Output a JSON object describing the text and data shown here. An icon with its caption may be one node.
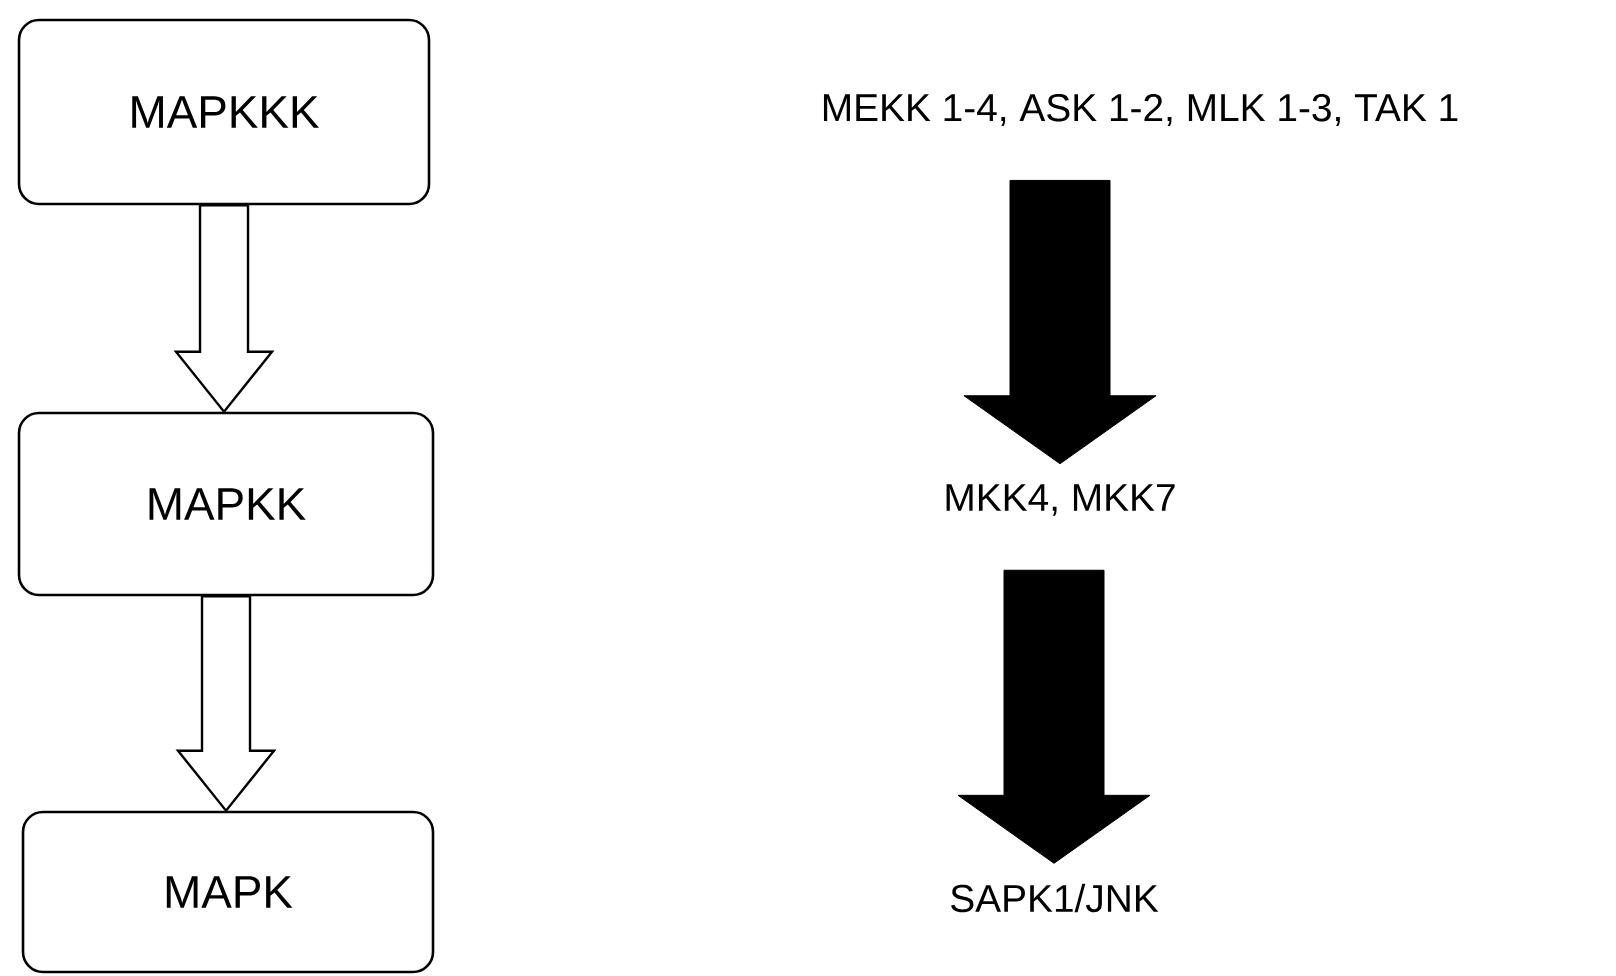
{
  "diagram": {
    "nodes": [
      {
        "text": [
          "MAPKKK"
        ]
      },
      {
        "text": [
          "MAPKK"
        ]
      },
      {
        "text": [
          "MAPK"
        ]
      },
      {
        "text": [
          "MEKK 1-4, ASK 1-2, MLK 1-3, TAK 1"
        ]
      },
      {
        "text": [
          "MKK4, MKK7"
        ]
      },
      {
        "text": [
          "SAPK1/JNK"
        ]
      }
    ],
    "edges": [
      {
        "from": 0,
        "to": 1,
        "arrow": "to"
      },
      {
        "from": 1,
        "to": 2,
        "arrow": "to"
      },
      {
        "from": 3,
        "to": 4,
        "arrow": "to",
        "style": "thick"
      },
      {
        "from": 4,
        "to": 5,
        "arrow": "to",
        "style": "thick"
      }
    ]
  }
}
